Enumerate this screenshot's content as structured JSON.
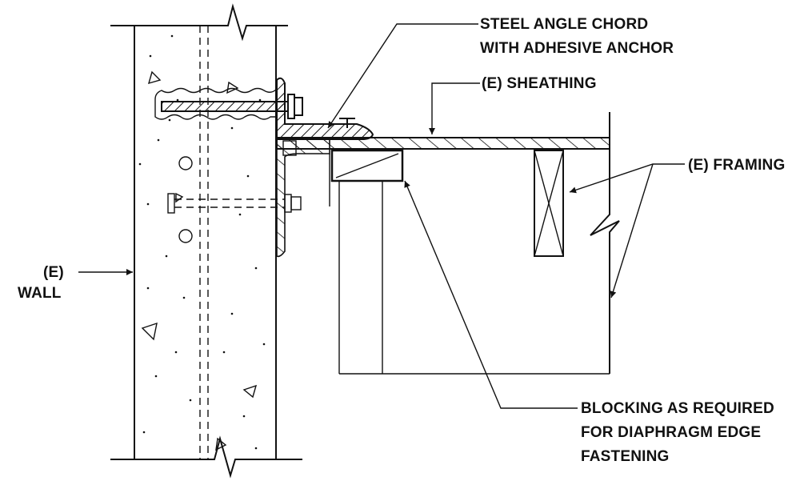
{
  "labels": {
    "angle_line1": "STEEL ANGLE CHORD",
    "angle_line2": "WITH ADHESIVE ANCHOR",
    "sheathing": "(E) SHEATHING",
    "framing": "(E) FRAMING",
    "wall_line1": "(E)",
    "wall_line2": "WALL",
    "blocking_line1": "BLOCKING AS REQUIRED",
    "blocking_line2": "FOR DIAPHRAGM EDGE",
    "blocking_line3": "FASTENING"
  }
}
